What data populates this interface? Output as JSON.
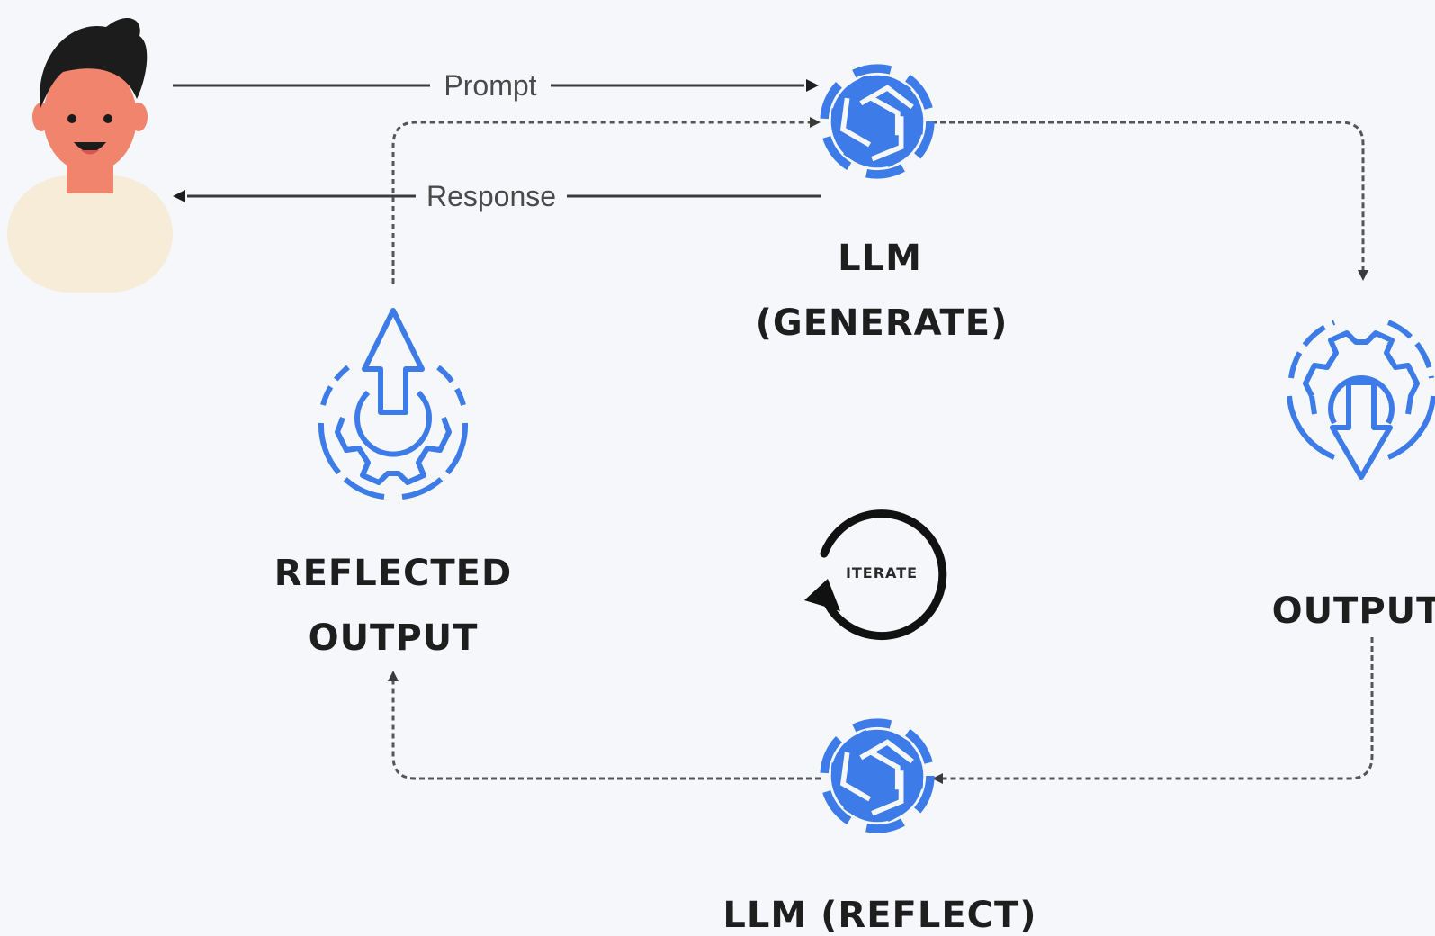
{
  "edges": {
    "prompt_label": "Prompt",
    "response_label": "Response"
  },
  "nodes": {
    "llm_generate": {
      "line1": "LLM",
      "line2": "(GENERATE)",
      "icon": "openai-logo-icon"
    },
    "output": {
      "label": "OUTPUT",
      "icon": "gear-down-arrow-icon"
    },
    "llm_reflect": {
      "label": "LLM (REFLECT)",
      "icon": "openai-logo-icon"
    },
    "reflected_output": {
      "line1": "REFLECTED",
      "line2": "OUTPUT",
      "icon": "gear-up-arrow-icon"
    },
    "user": {
      "icon": "user-avatar-icon"
    }
  },
  "iterate": {
    "label": "ITERATE",
    "icon": "refresh-cycle-icon"
  },
  "colors": {
    "background": "#f5f7fa",
    "accent_blue": "#3d7be8",
    "line": "#3a3a3a",
    "dashed": "#555555"
  }
}
